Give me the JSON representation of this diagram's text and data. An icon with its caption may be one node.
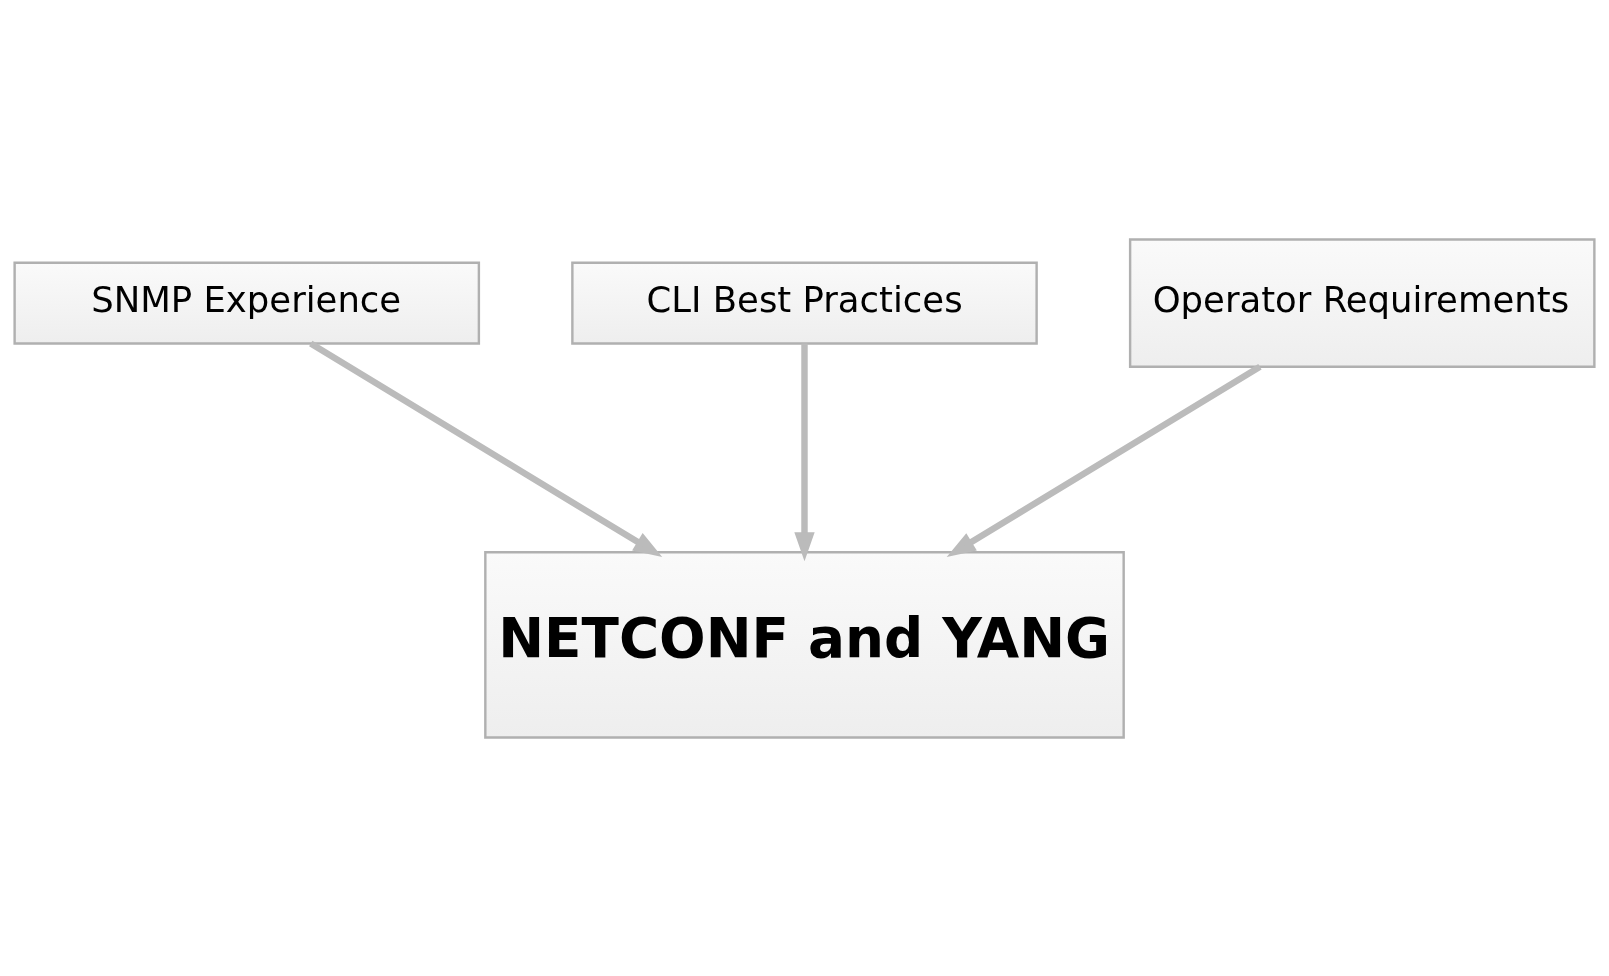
{
  "diagram": {
    "nodes": [
      {
        "text": [
          "CLI Best Practices"
        ]
      },
      {
        "text": [
          "SNMP Experience"
        ]
      },
      {
        "text": [
          "Operator Requirements"
        ]
      },
      {
        "text": [
          "NETCONF and YANG"
        ]
      }
    ],
    "edges": [
      {
        "from": 1,
        "to": 3,
        "arrow": "to"
      },
      {
        "from": 0,
        "to": 3,
        "arrow": "to"
      },
      {
        "from": 2,
        "to": 3,
        "arrow": "to"
      }
    ]
  }
}
